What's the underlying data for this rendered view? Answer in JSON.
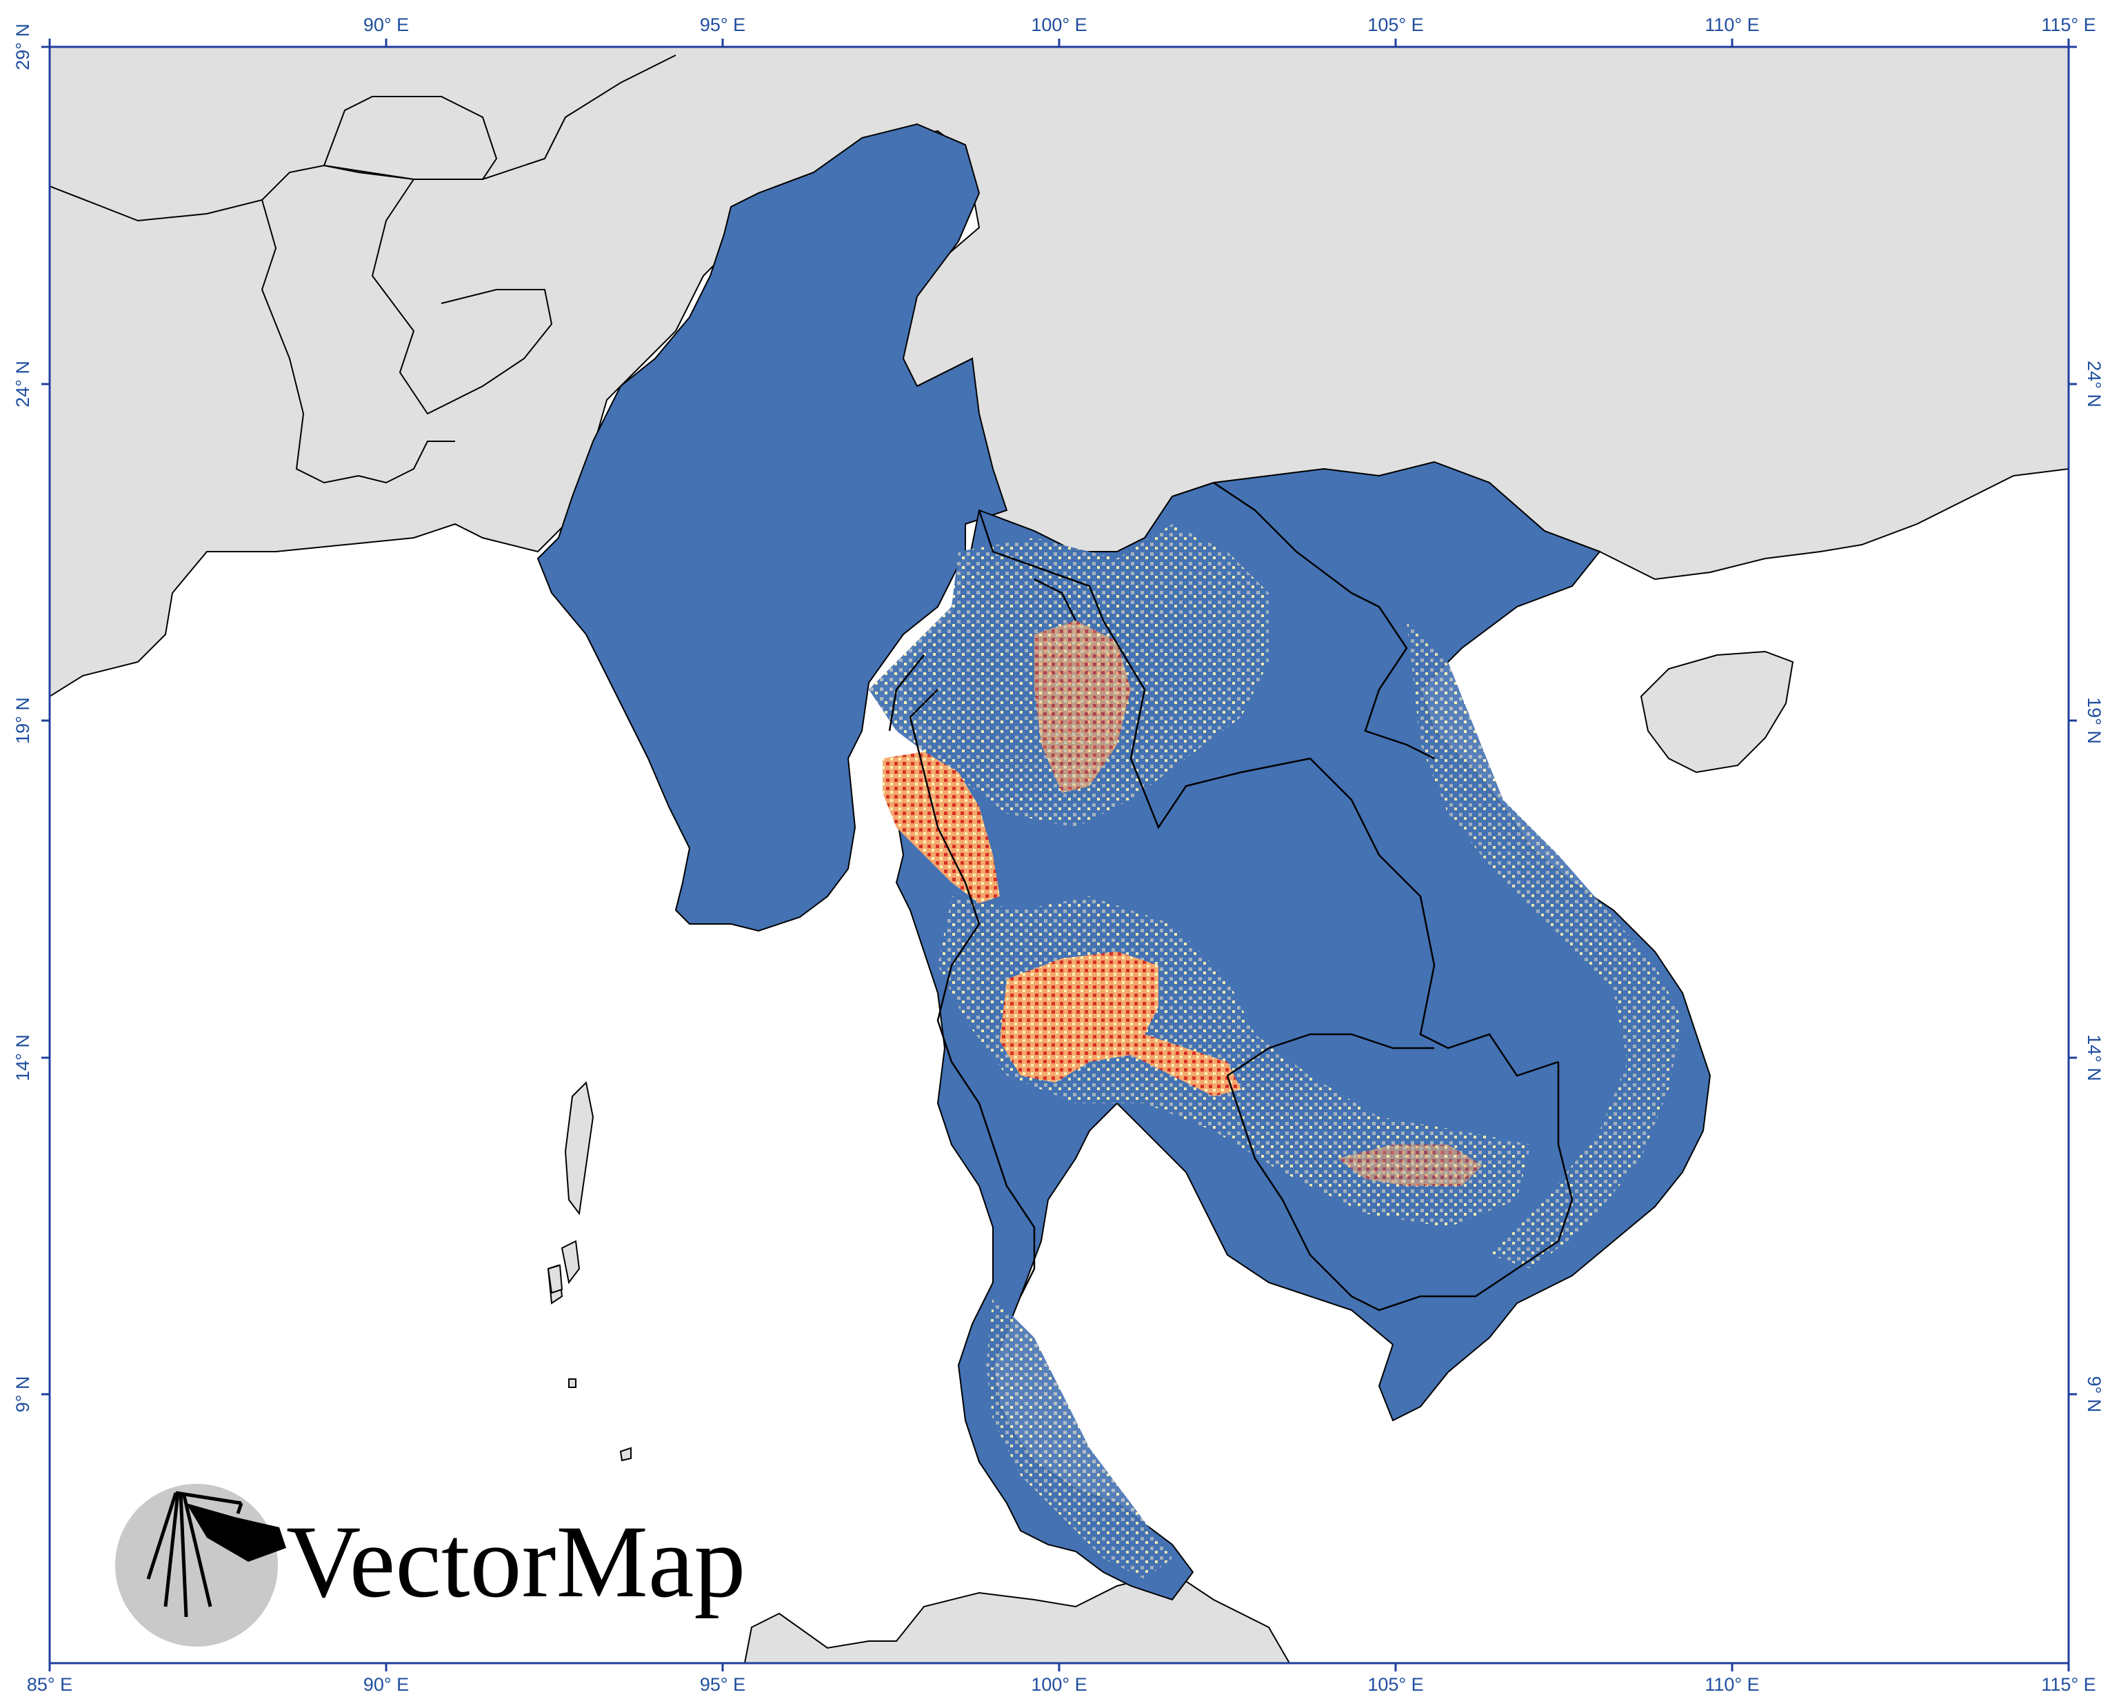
{
  "map": {
    "logo_text": "VectorMap",
    "lon_labels_top": [
      "90° E",
      "95° E",
      "100° E",
      "105° E",
      "110° E",
      "115° E"
    ],
    "lon_labels_bottom": [
      "85° E",
      "90° E",
      "95° E",
      "100° E",
      "105° E",
      "110° E",
      "115° E"
    ],
    "lat_labels_left": [
      "29° N",
      "24° N",
      "19° N",
      "14° N",
      "9° N"
    ],
    "lat_labels_right": [
      "24° N",
      "19° N",
      "14° N",
      "9° N"
    ],
    "extent": {
      "lon_min": 85,
      "lon_max": 115,
      "lat_min": 5,
      "lat_max": 29
    },
    "colors": {
      "frame": "#1f3f9e",
      "neighbor_land": "#e0e0e0",
      "water": "#ffffff",
      "class_1": "#4472b3",
      "class_2": "#a9b6bf",
      "class_3": "#fcf3b3",
      "class_4": "#f5a86e",
      "class_5": "#d73027",
      "border": "#000000"
    }
  }
}
